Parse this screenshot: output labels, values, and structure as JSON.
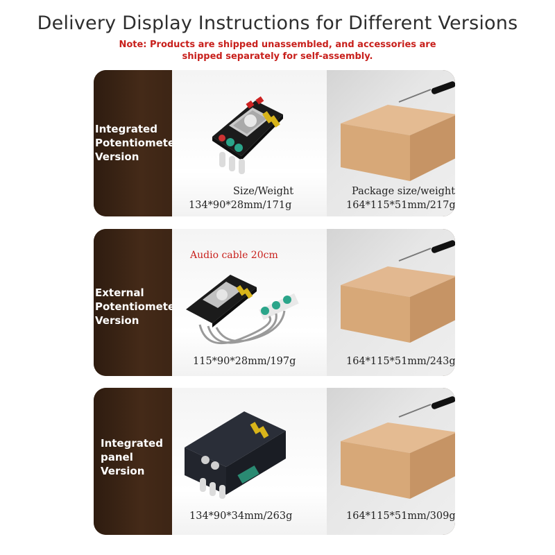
{
  "header": {
    "title": "Delivery Display Instructions for Different Versions",
    "note_line1": "Note: Products are shipped unassembled, and accessories are",
    "note_line2": "shipped separately for self-assembly."
  },
  "versions": [
    {
      "label_lines": [
        "Integrated",
        "Potentiometer",
        "Version"
      ],
      "product_heading": "Size/Weight",
      "product_spec": "134*90*28mm/171g",
      "package_heading": "Package size/weight",
      "package_spec": "164*115*51mm/217g"
    },
    {
      "label_lines": [
        "External",
        "Potentiometer",
        "Version"
      ],
      "accessory_note": "Audio cable 20cm",
      "product_spec": "115*90*28mm/197g",
      "package_spec": "164*115*51mm/243g"
    },
    {
      "label_lines": [
        "Integrated",
        "panel",
        "Version"
      ],
      "product_spec": "134*90*34mm/263g",
      "package_spec": "164*115*51mm/309g"
    }
  ],
  "colors": {
    "card_bg": "#3a2415",
    "note_red": "#c8201c",
    "box_cardboard": "#d9ab80"
  }
}
